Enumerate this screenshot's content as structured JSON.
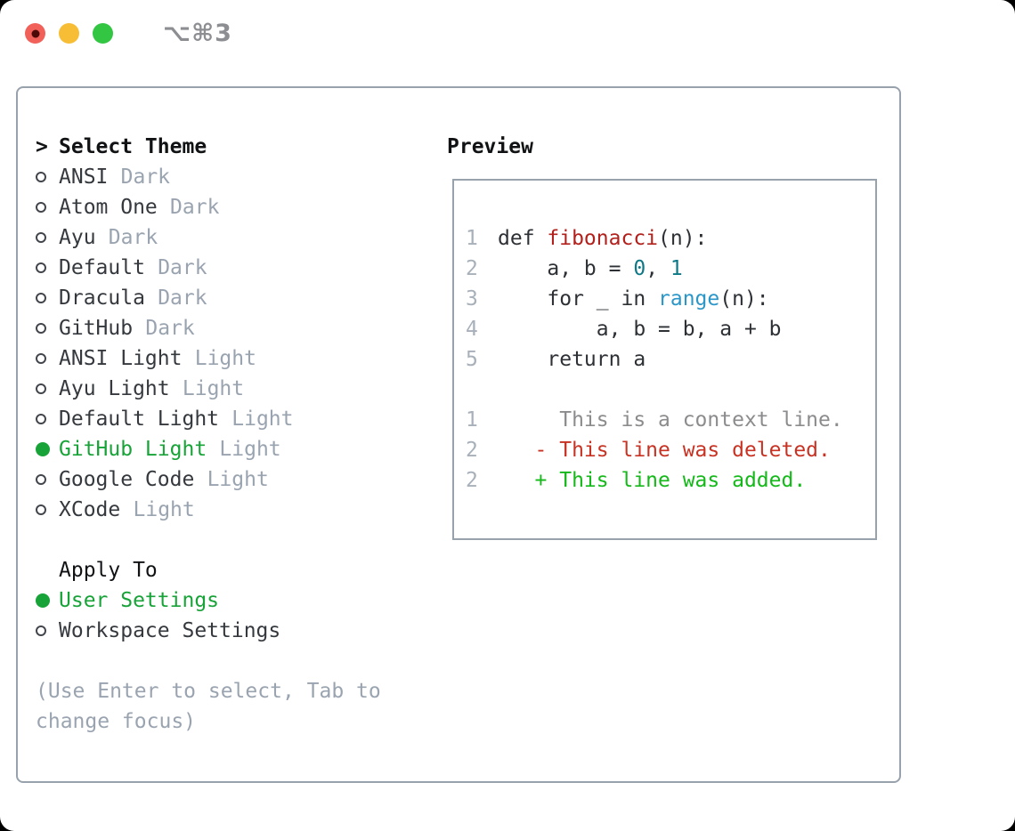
{
  "window": {
    "title": "⌥⌘3",
    "controls": {
      "close": "close",
      "minimize": "minimize",
      "zoom": "zoom"
    }
  },
  "theme_panel": {
    "header": {
      "marker": ">",
      "label": "Select Theme"
    },
    "items": [
      {
        "label": "ANSI",
        "variant": "Dark",
        "selected": false
      },
      {
        "label": "Atom One",
        "variant": "Dark",
        "selected": false
      },
      {
        "label": "Ayu",
        "variant": "Dark",
        "selected": false
      },
      {
        "label": "Default",
        "variant": "Dark",
        "selected": false
      },
      {
        "label": "Dracula",
        "variant": "Dark",
        "selected": false
      },
      {
        "label": "GitHub",
        "variant": "Dark",
        "selected": false
      },
      {
        "label": "ANSI Light",
        "variant": "Light",
        "selected": false
      },
      {
        "label": "Ayu Light",
        "variant": "Light",
        "selected": false
      },
      {
        "label": "Default Light",
        "variant": "Light",
        "selected": false
      },
      {
        "label": "GitHub Light",
        "variant": "Light",
        "selected": true
      },
      {
        "label": "Google Code",
        "variant": "Light",
        "selected": false
      },
      {
        "label": "XCode",
        "variant": "Light",
        "selected": false
      }
    ]
  },
  "apply_panel": {
    "header": "Apply To",
    "options": [
      {
        "label": "User Settings",
        "selected": true
      },
      {
        "label": "Workspace Settings",
        "selected": false
      }
    ]
  },
  "hint": {
    "lines": [
      "(Use Enter to select, Tab to",
      "change focus)"
    ]
  },
  "preview": {
    "header": "Preview",
    "code_lines": [
      {
        "num": "1",
        "segments": [
          {
            "text": "def ",
            "color": "fg"
          },
          {
            "text": "fibonacci",
            "color": "func"
          },
          {
            "text": "(n):",
            "color": "fg"
          }
        ]
      },
      {
        "num": "2",
        "segments": [
          {
            "text": "    a, b = ",
            "color": "fg"
          },
          {
            "text": "0",
            "color": "num"
          },
          {
            "text": ", ",
            "color": "fg"
          },
          {
            "text": "1",
            "color": "num"
          }
        ]
      },
      {
        "num": "3",
        "segments": [
          {
            "text": "    for _ in ",
            "color": "fg"
          },
          {
            "text": "range",
            "color": "builtin"
          },
          {
            "text": "(n):",
            "color": "fg"
          }
        ]
      },
      {
        "num": "4",
        "segments": [
          {
            "text": "        a, b = b, a + b",
            "color": "fg"
          }
        ]
      },
      {
        "num": "5",
        "segments": [
          {
            "text": "    return a",
            "color": "fg"
          }
        ]
      }
    ],
    "diff_lines": [
      {
        "num": "1",
        "segments": [
          {
            "text": "     This is a context line.",
            "color": "context"
          }
        ]
      },
      {
        "num": "2",
        "segments": [
          {
            "text": "   - This line was deleted.",
            "color": "deleted"
          }
        ]
      },
      {
        "num": "2",
        "segments": [
          {
            "text": "   + This line was added.",
            "color": "added"
          }
        ]
      }
    ]
  },
  "colors": {
    "accent_green": "#18a338",
    "border": "#98a2ac",
    "radio_ring": "#42464c",
    "text_primary": "#101214",
    "text_label": "#35393e",
    "text_muted": "#9aa4b0",
    "lineno": "#a8b0ba",
    "code_fg": "#2d3034",
    "code_func": "#b2201c",
    "code_num": "#0f7887",
    "code_builtin": "#2b96c8",
    "diff_context": "#8c8c8e",
    "diff_deleted": "#c83223",
    "diff_added": "#14b919",
    "titlebar_text": "#8c8e92",
    "light_red": "#f2605a",
    "light_red_dot": "#4d0808",
    "light_yellow": "#f6bd35",
    "light_green": "#32c643"
  }
}
